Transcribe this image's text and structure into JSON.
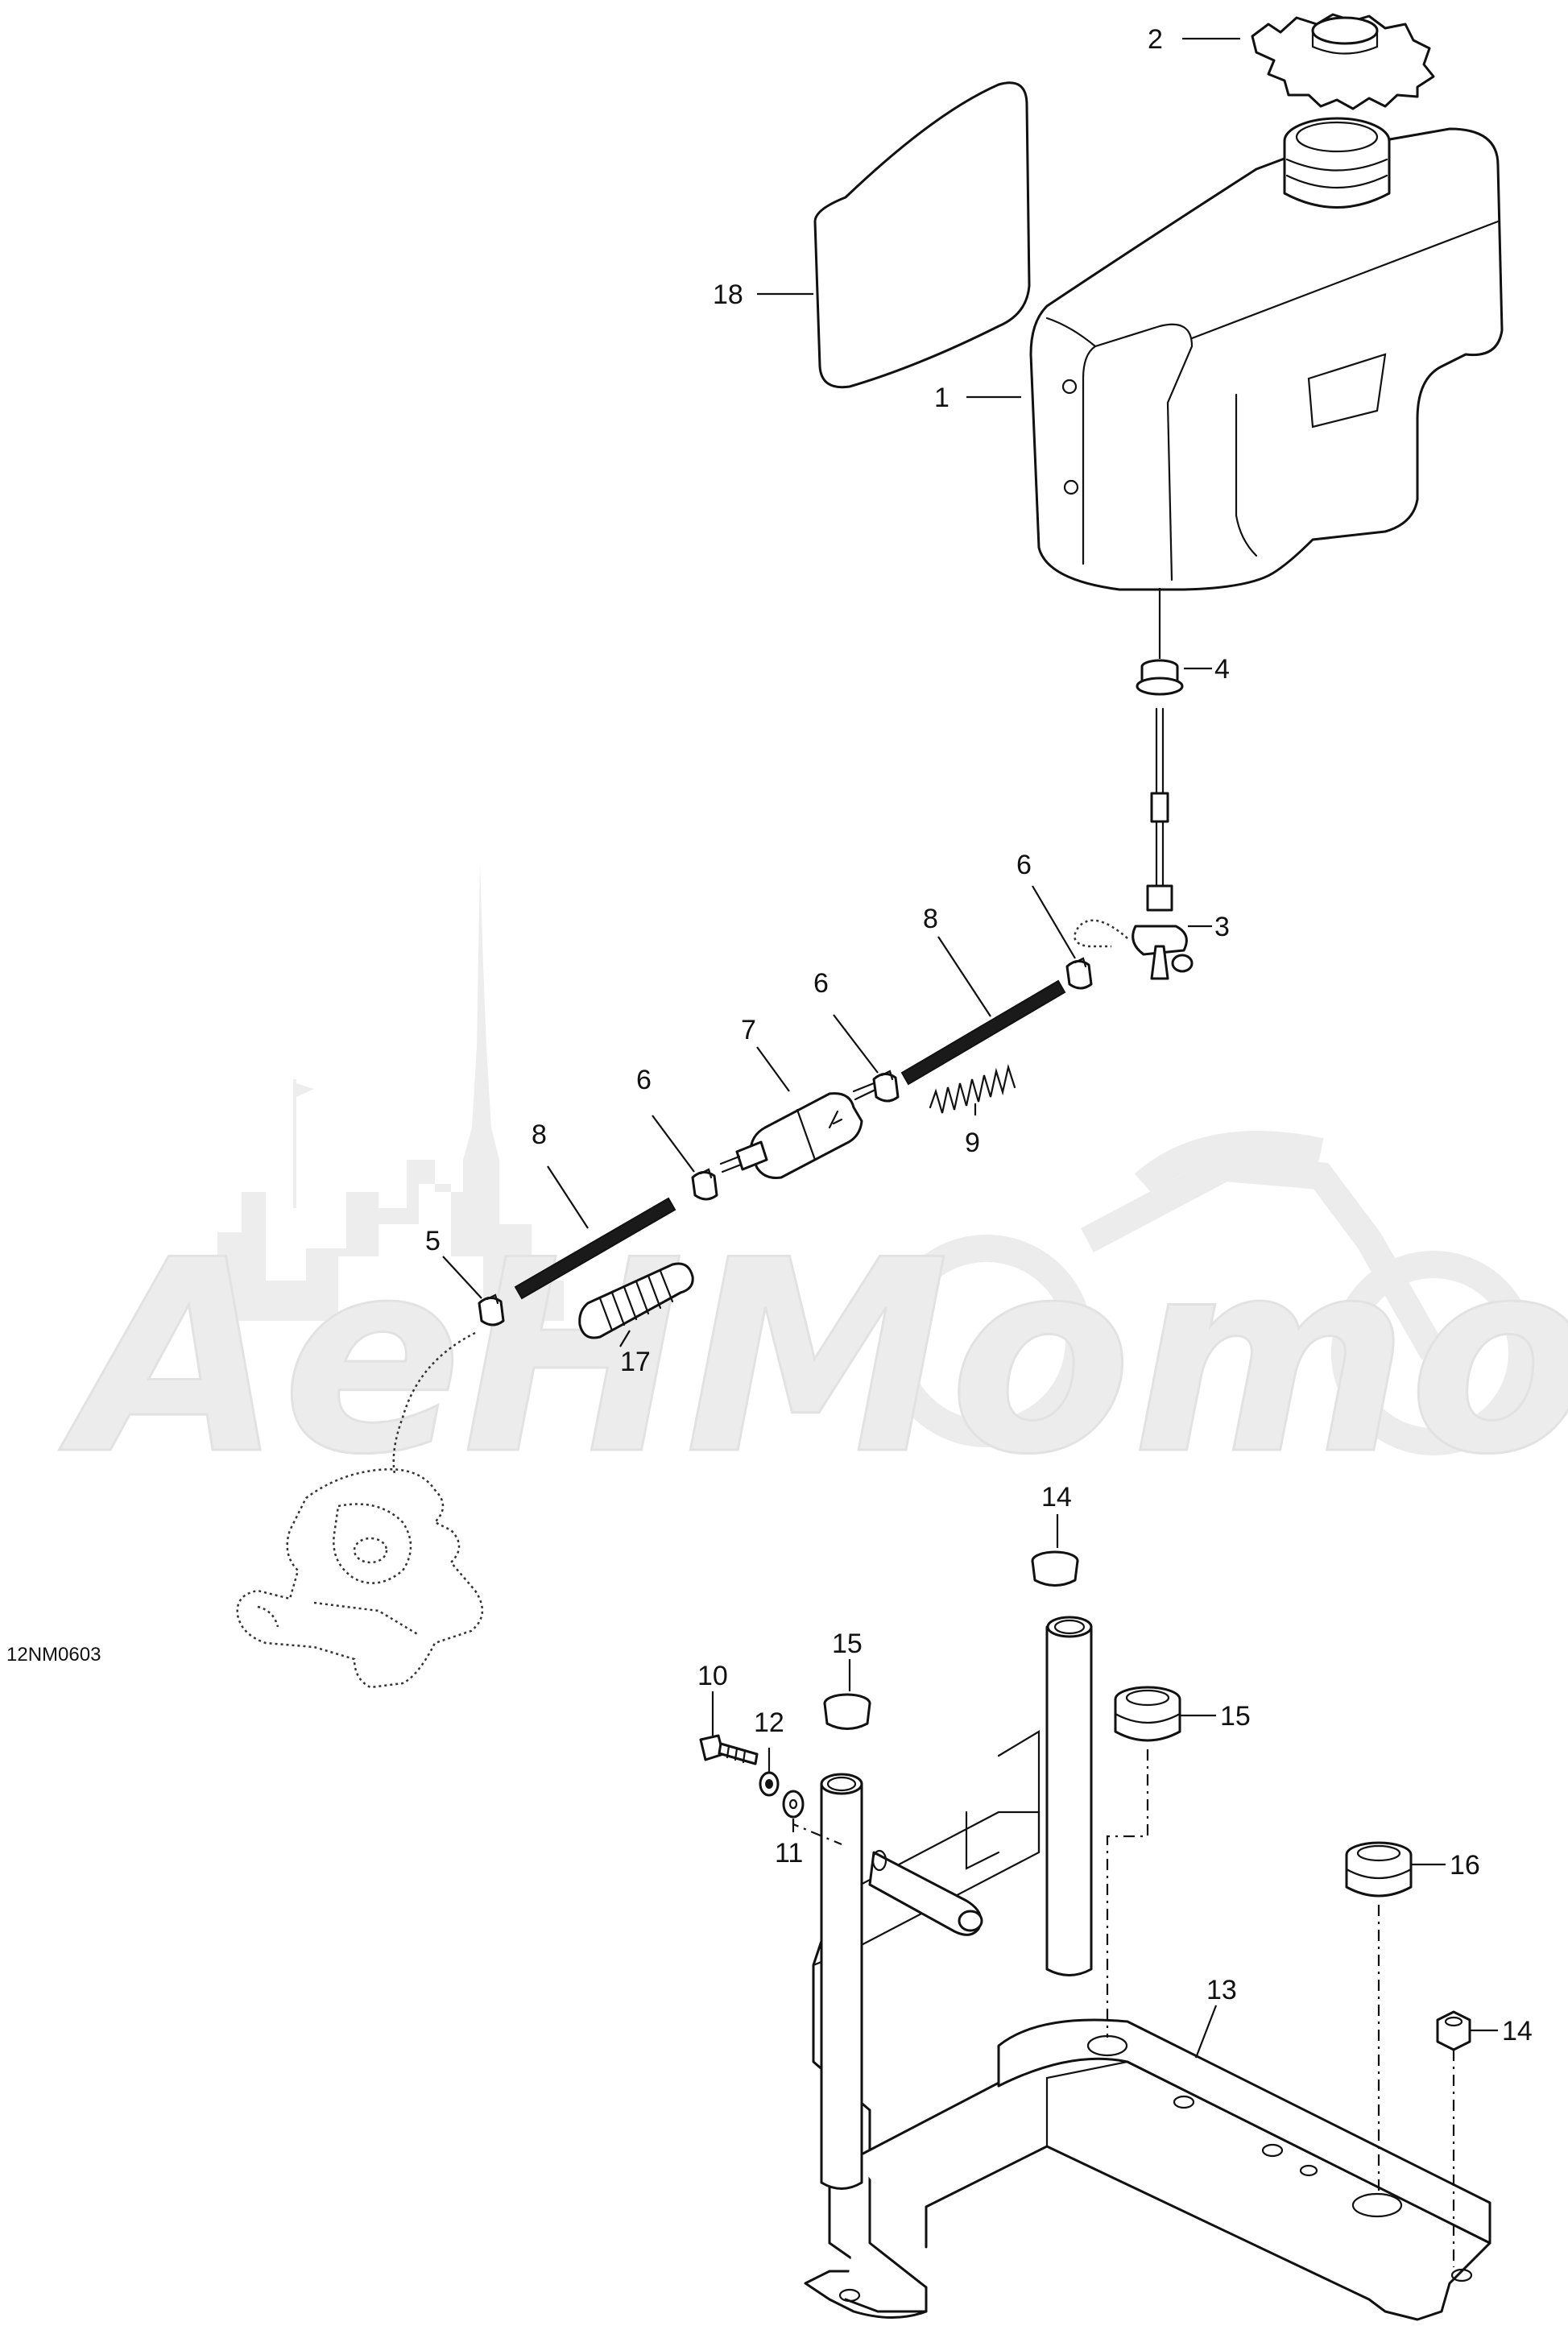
{
  "drawing_code": "12NM0603",
  "watermark_text": "AeHMomo",
  "callouts": [
    {
      "id": "c1",
      "text": "1"
    },
    {
      "id": "c2",
      "text": "2"
    },
    {
      "id": "c3",
      "text": "3"
    },
    {
      "id": "c4",
      "text": "4"
    },
    {
      "id": "c5",
      "text": "5"
    },
    {
      "id": "c6a",
      "text": "6"
    },
    {
      "id": "c6b",
      "text": "6"
    },
    {
      "id": "c6c",
      "text": "6"
    },
    {
      "id": "c7",
      "text": "7"
    },
    {
      "id": "c8a",
      "text": "8"
    },
    {
      "id": "c8b",
      "text": "8"
    },
    {
      "id": "c9",
      "text": "9"
    },
    {
      "id": "c10",
      "text": "10"
    },
    {
      "id": "c11",
      "text": "11"
    },
    {
      "id": "c12",
      "text": "12"
    },
    {
      "id": "c13",
      "text": "13"
    },
    {
      "id": "c14a",
      "text": "14"
    },
    {
      "id": "c14b",
      "text": "14"
    },
    {
      "id": "c15a",
      "text": "15"
    },
    {
      "id": "c15b",
      "text": "15"
    },
    {
      "id": "c16",
      "text": "16"
    },
    {
      "id": "c17",
      "text": "17"
    },
    {
      "id": "c18",
      "text": "18"
    }
  ]
}
